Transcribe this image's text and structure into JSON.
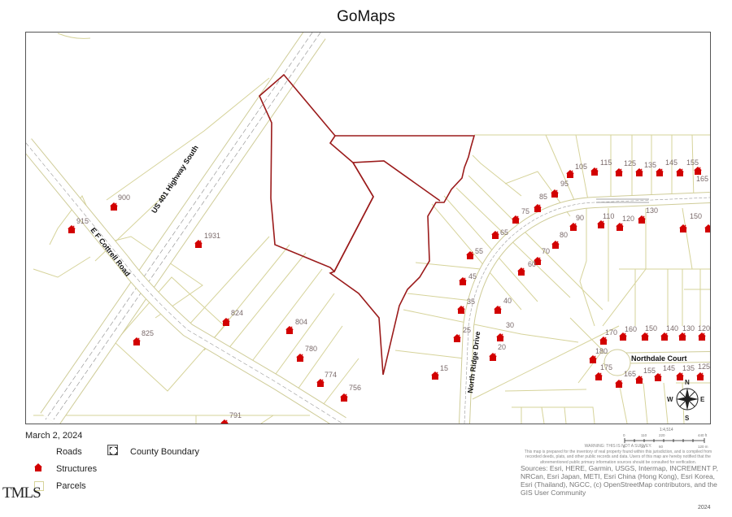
{
  "header": {
    "title": "GoMaps"
  },
  "map": {
    "roads": [
      {
        "name": "US 401 Highway South"
      },
      {
        "name": "E F Cottrell Road"
      },
      {
        "name": "North Ridge Drive"
      },
      {
        "name": "Northdale Court"
      }
    ],
    "structure_labels": [
      "900",
      "915",
      "1931",
      "824",
      "825",
      "804",
      "780",
      "774",
      "756",
      "791",
      "105",
      "115",
      "125",
      "135",
      "145",
      "155",
      "165",
      "95",
      "85",
      "75",
      "65",
      "55",
      "45",
      "35",
      "25",
      "15",
      "90",
      "110",
      "120",
      "130",
      "150",
      "80",
      "70",
      "60",
      "40",
      "30",
      "20",
      "170",
      "160",
      "150",
      "140",
      "130",
      "120",
      "180",
      "175",
      "165",
      "155",
      "145",
      "135",
      "125"
    ],
    "compass": {
      "n": "N",
      "s": "S",
      "e": "E",
      "w": "W"
    },
    "colors": {
      "parcel": "#d6d39a",
      "subject_parcel": "#9b1b1b",
      "structure": "#d20000",
      "road": "#888888"
    }
  },
  "footer": {
    "date": "March 2, 2024",
    "legend": {
      "roads": "Roads",
      "structures": "Structures",
      "parcels": "Parcels",
      "county_boundary": "County Boundary"
    },
    "watermark": "TMLS",
    "scale": {
      "ratio": "1:4,514",
      "top_ticks": [
        "0",
        "110",
        "220",
        "440 ft"
      ],
      "bottom_ticks": [
        "0",
        "30",
        "60",
        "120 m"
      ]
    },
    "disclaimer": {
      "heading": "WARNING: THIS IS NOT A SURVEY.",
      "body": "This map is prepared for the inventory of real property found within this jurisdiction, and is compiled from recorded deeds, plats, and other public records and data. Users of this map are hereby notified that the aforementioned public primary information sources should be consulted for verification."
    },
    "attribution": "Sources: Esri, HERE, Garmin, USGS, Intermap, INCREMENT P, NRCan, Esri Japan, METI, Esri China (Hong Kong), Esri Korea, Esri (Thailand), NGCC, (c) OpenStreetMap contributors, and the GIS User Community",
    "year": "2024"
  }
}
